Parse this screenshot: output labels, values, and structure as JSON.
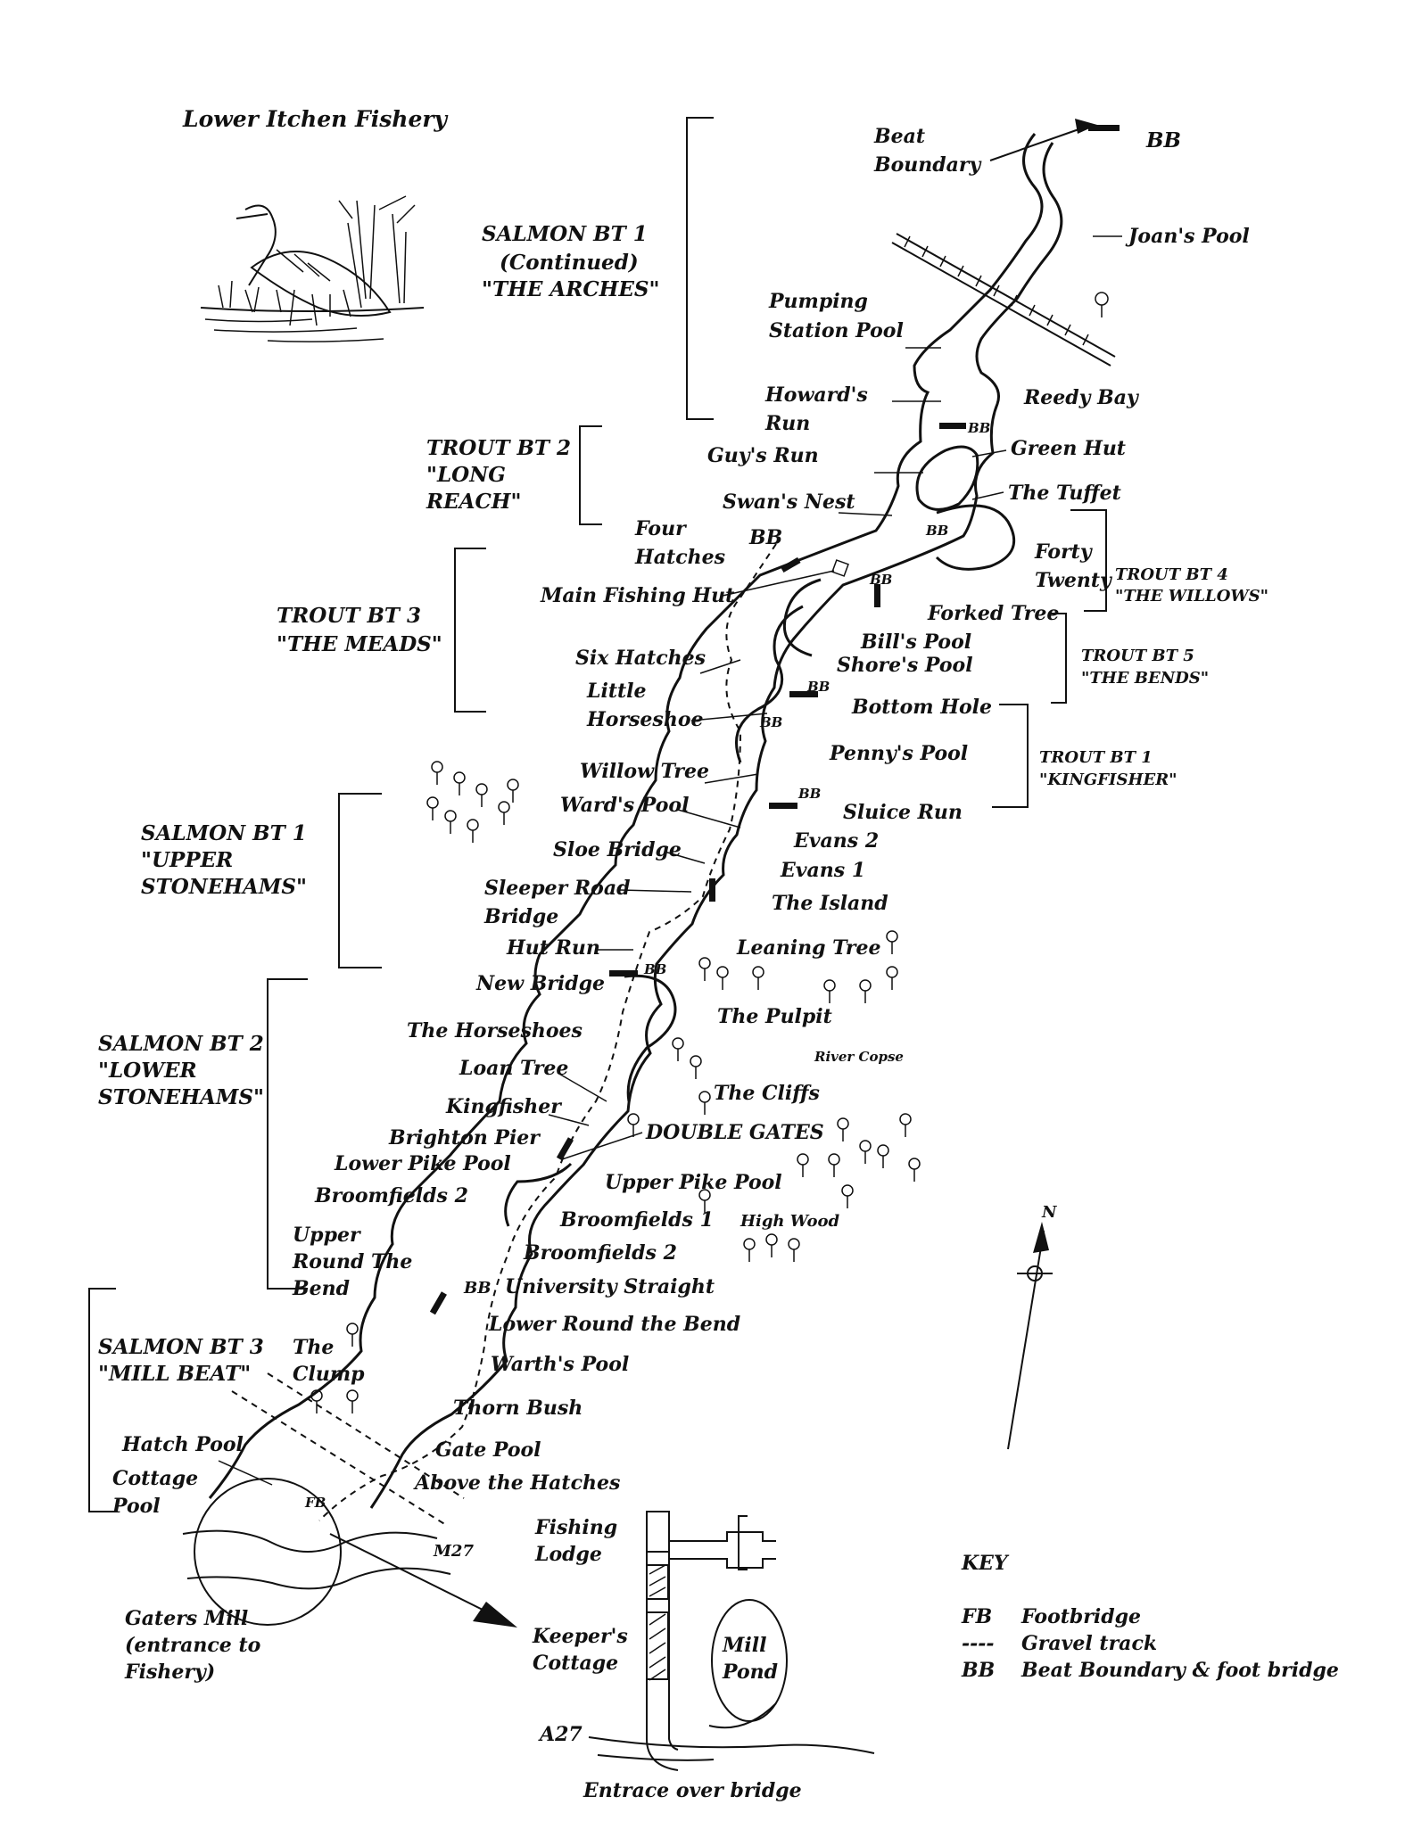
{
  "title": "Lower Itchen Fishery",
  "beats": {
    "salmon_bt1_cont": [
      "SALMON BT 1",
      "(Continued)",
      "\"THE ARCHES\""
    ],
    "trout_bt2": [
      "TROUT BT 2",
      "\"LONG",
      "REACH\""
    ],
    "trout_bt3": [
      "TROUT BT 3",
      "\"THE MEADS\""
    ],
    "trout_bt4": [
      "TROUT BT 4",
      "\"THE WILLOWS\""
    ],
    "trout_bt5": [
      "TROUT BT 5",
      "\"THE BENDS\""
    ],
    "trout_bt1": [
      "TROUT BT 1",
      "\"KINGFISHER\""
    ],
    "salmon_bt1": [
      "SALMON BT 1",
      "\"UPPER",
      "STONEHAMS\""
    ],
    "salmon_bt2": [
      "SALMON BT 2",
      "\"LOWER",
      "STONEHAMS\""
    ],
    "salmon_bt3": [
      "SALMON BT 3",
      "\"MILL BEAT\""
    ]
  },
  "pools": {
    "beat_boundary": [
      "Beat",
      "Boundary"
    ],
    "bb_top": "BB",
    "joans_pool": "Joan's Pool",
    "pumping_station_pool": [
      "Pumping",
      "Station Pool"
    ],
    "reedy_bay": "Reedy Bay",
    "howards_run": [
      "Howard's",
      "Run"
    ],
    "guys_run": "Guy's Run",
    "green_hut": "Green Hut",
    "the_tuffet": "The Tuffet",
    "swans_nest": "Swan's Nest",
    "four_hatches": [
      "Four",
      "Hatches"
    ],
    "bb_mid": "BB",
    "forty_twenty": [
      "Forty",
      "Twenty"
    ],
    "main_fishing_hut": "Main Fishing Hut",
    "forked_tree": "Forked Tree",
    "bills_pool": "Bill's Pool",
    "shores_pool": "Shore's Pool",
    "six_hatches": "Six Hatches",
    "little_horseshoe": [
      "Little",
      "Horseshoe"
    ],
    "bottom_hole": "Bottom Hole",
    "pennys_pool": "Penny's Pool",
    "willow_tree": "Willow Tree",
    "wards_pool": "Ward's Pool",
    "sluice_run": "Sluice Run",
    "sloe_bridge": "Sloe Bridge",
    "evans_2": "Evans 2",
    "evans_1": "Evans 1",
    "sleeper_road_bridge": [
      "Sleeper Road",
      "Bridge"
    ],
    "the_island": "The Island",
    "hut_run": "Hut Run",
    "leaning_tree": "Leaning Tree",
    "new_bridge": "New Bridge",
    "the_pulpit": "The Pulpit",
    "the_horseshoes": "The Horseshoes",
    "river_copse": "River Copse",
    "loan_tree": "Loan Tree",
    "the_cliffs": "The Cliffs",
    "kingfisher": "Kingfisher",
    "double_gates": "DOUBLE GATES",
    "brighton_pier": "Brighton Pier",
    "lower_pike_pool": "Lower Pike Pool",
    "upper_pike_pool": "Upper Pike Pool",
    "broomfields_2a": "Broomfields 2",
    "broomfields_1": "Broomfields 1",
    "high_wood": "High Wood",
    "upper_round_the_bend": [
      "Upper",
      "Round The",
      "Bend"
    ],
    "broomfields_2b": "Broomfields 2",
    "bb_low": "BB",
    "university_straight": "University Straight",
    "lower_round_the_bend": "Lower Round the Bend",
    "the_clump": [
      "The",
      "Clump"
    ],
    "warths_pool": "Warth's Pool",
    "thorn_bush": "Thorn Bush",
    "hatch_pool": "Hatch Pool",
    "gate_pool": "Gate Pool",
    "cottage_pool": [
      "Cottage",
      "Pool"
    ],
    "above_the_hatches": "Above the Hatches",
    "m27": "M27",
    "fb": "FB"
  },
  "inset": {
    "fishing_lodge": [
      "Fishing",
      "Lodge"
    ],
    "keepers_cottage": [
      "Keeper's",
      "Cottage"
    ],
    "mill_pond": [
      "Mill",
      "Pond"
    ],
    "a27": "A27",
    "entrance": "Entrace over bridge",
    "gaters_mill": [
      "Gaters Mill",
      "(entrance to",
      "Fishery)"
    ]
  },
  "compass": {
    "north": "N"
  },
  "key": {
    "heading": "KEY",
    "items": [
      {
        "symbol": "FB",
        "text": "Footbridge"
      },
      {
        "symbol": "----",
        "text": "Gravel track"
      },
      {
        "symbol": "BB",
        "text": "Beat Boundary & foot bridge"
      }
    ]
  },
  "small_marks": {
    "bb": "BB",
    "fb": "FB"
  },
  "colors": {
    "ink": "#111111",
    "paper": "#ffffff"
  }
}
